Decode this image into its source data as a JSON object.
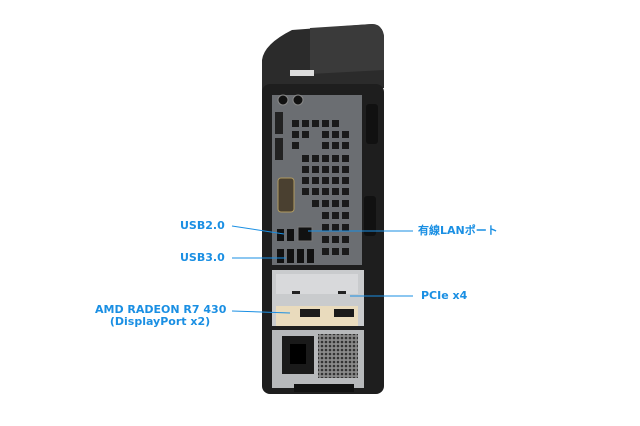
{
  "image": {
    "subject": "Desktop PC rear panel",
    "accent_color": "#1a8fe3"
  },
  "callouts": [
    {
      "id": "usb2",
      "label": "USB2.0"
    },
    {
      "id": "usb3",
      "label": "USB3.0"
    },
    {
      "id": "gpu",
      "label_line1": "AMD RADEON R7 430",
      "label_line2": "(DisplayPort x2)"
    },
    {
      "id": "lan",
      "label": "有線LANポート"
    },
    {
      "id": "pcie",
      "label": "PCIe x4"
    }
  ]
}
